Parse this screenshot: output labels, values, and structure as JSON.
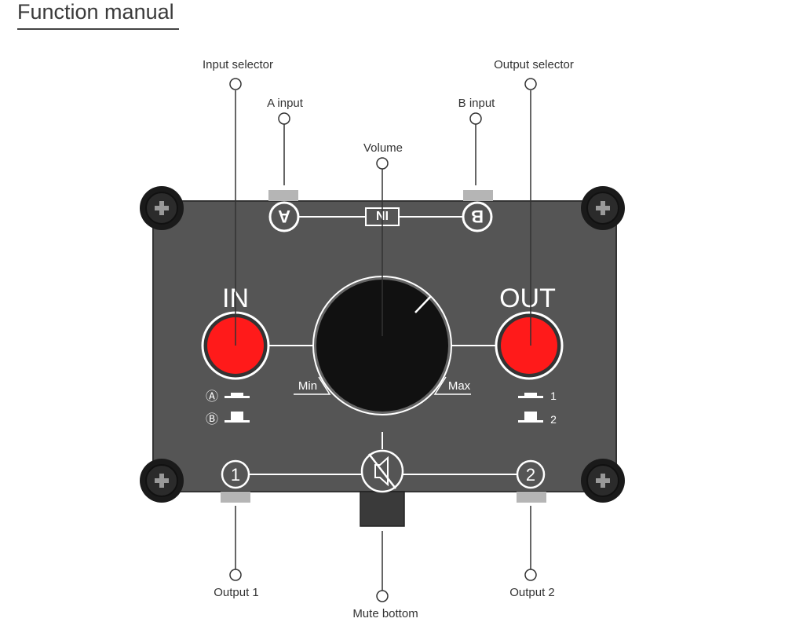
{
  "heading": "Function manual",
  "callouts": {
    "input_selector": "Input selector",
    "a_input": "A input",
    "volume": "Volume",
    "b_input": "B input",
    "output_selector": "Output selector",
    "output_1": "Output 1",
    "mute": "Mute bottom",
    "output_2": "Output 2"
  },
  "panel": {
    "in_label": "IN",
    "out_label": "OUT",
    "min_label": "Min",
    "max_label": "Max",
    "a_glyph": "A",
    "b_glyph": "B",
    "in_a_mark": "Ⓐ",
    "in_b_mark": "Ⓑ",
    "out_1_mark": "1",
    "out_2_mark": "2",
    "port_1": "1",
    "port_2": "2",
    "center_mark": "IN"
  },
  "colors": {
    "panel": "#555555",
    "button_red": "#ff1a1a",
    "knob": "#111111",
    "port": "#b5b5b5"
  }
}
